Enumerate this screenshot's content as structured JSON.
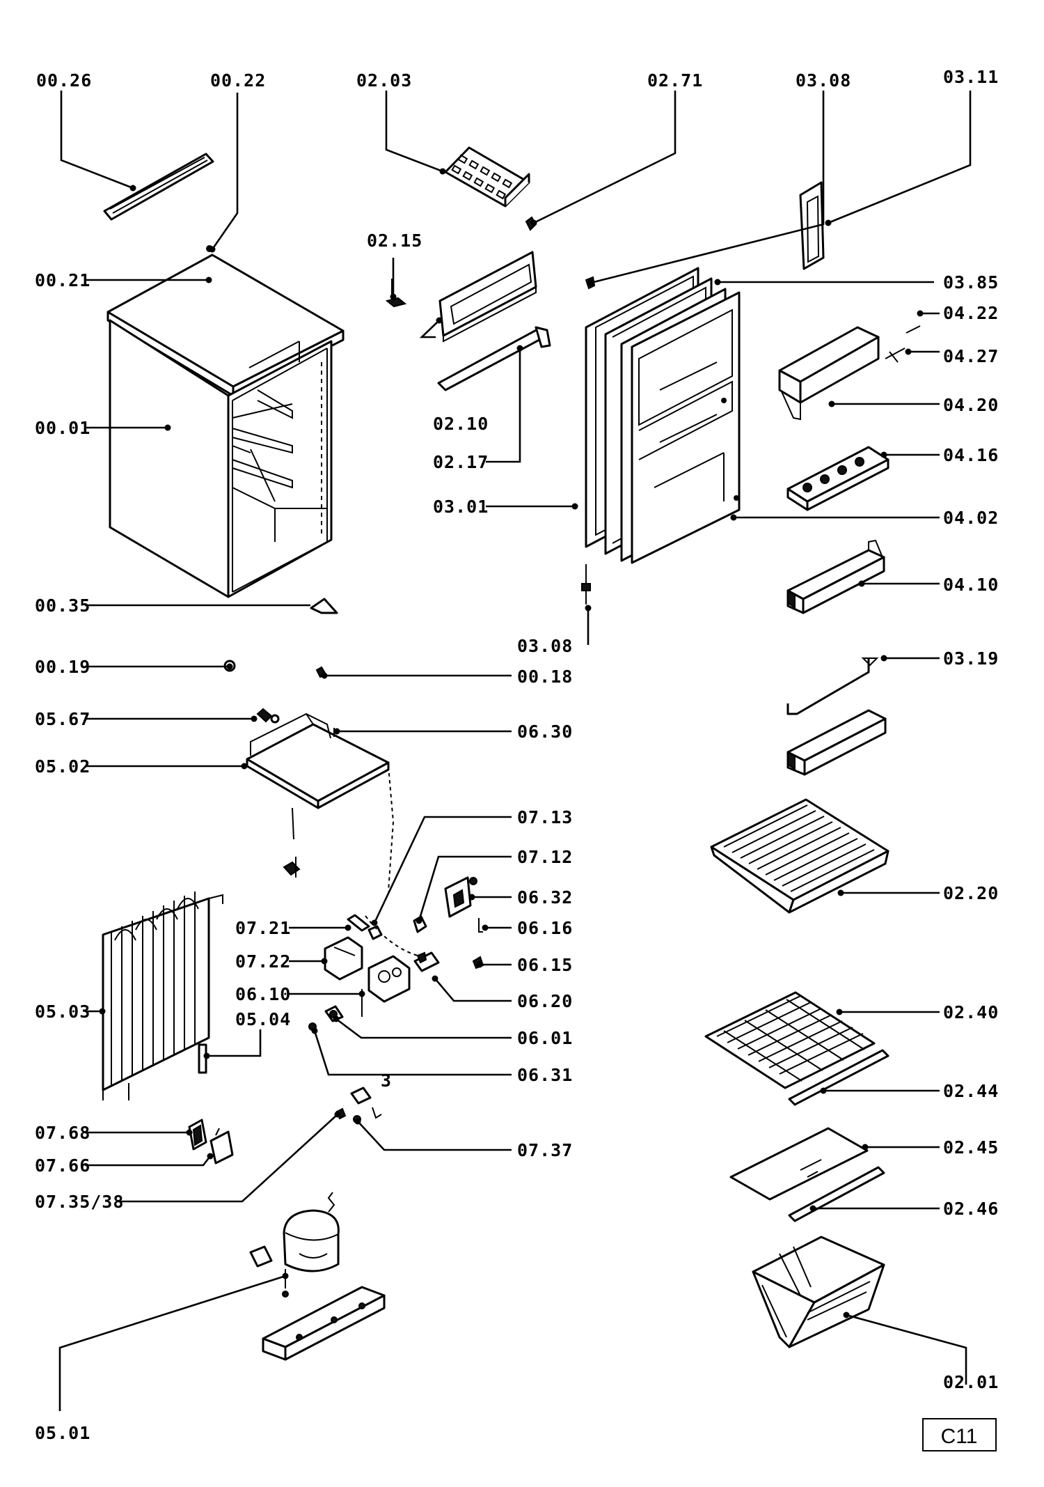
{
  "diagram": {
    "sheet_code": "C11",
    "labels": {
      "p0026": "00.26",
      "p0022": "00.22",
      "p0203": "02.03",
      "p0271": "02.71",
      "p0308a": "03.08",
      "p0311": "03.11",
      "p0215": "02.15",
      "p0021": "00.21",
      "p0385": "03.85",
      "p0422": "04.22",
      "p0427": "04.27",
      "p0001": "00.01",
      "p0210": "02.10",
      "p0420": "04.20",
      "p0416": "04.16",
      "p0217": "02.17",
      "p0301": "03.01",
      "p0402": "04.02",
      "p0035": "00.35",
      "p0410": "04.10",
      "p0308b": "03.08",
      "p0019": "00.19",
      "p0018": "00.18",
      "p0319": "03.19",
      "p0567": "05.67",
      "p0630": "06.30",
      "p0502": "05.02",
      "p0713": "07.13",
      "p0712": "07.12",
      "p0632": "06.32",
      "p0220": "02.20",
      "p0721": "07.21",
      "p0616": "06.16",
      "p0722": "07.22",
      "p0615": "06.15",
      "p0610": "06.10",
      "p0620": "06.20",
      "p0503": "05.03",
      "p0504": "05.04",
      "p0240": "02.40",
      "p0601": "06.01",
      "p0631": "06.31",
      "p0244": "02.44",
      "p0768": "07.68",
      "p0737": "07.37",
      "p0245": "02.45",
      "p0766": "07.66",
      "p073538": "07.35/38",
      "p0246": "02.46",
      "p0201": "02.01",
      "p0501": "05.01",
      "sub3": "3"
    }
  }
}
